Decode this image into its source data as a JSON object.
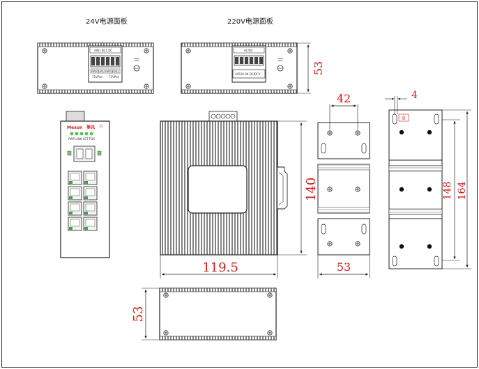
{
  "titles": {
    "panel_24v": "24V电源面板",
    "panel_220v": "220V电源面板"
  },
  "brand": {
    "name": "Mexon",
    "cn": "美讯",
    "led_labels": "PWR LINK ACT FDX"
  },
  "panel_24v": {
    "connector_label": "AIN1 NC1 DC",
    "terminals": [
      "PWR1",
      "GND",
      "PWR2",
      "GND"
    ],
    "caption_left": "72VPoe",
    "caption_right": "72VPoe"
  },
  "panel_220v": {
    "connector_label": "AC/DC",
    "nameplate": "AS520-96 DC/DCV"
  },
  "dimensions": {
    "panel_height_top": "53",
    "front_height": "140",
    "front_width": "119.5",
    "side_width": "53",
    "din_spacing": "42",
    "din_clip": "4",
    "din_hole": "8",
    "rail_inner": "148",
    "rail_outer": "164",
    "bottom_height": "53"
  },
  "colors": {
    "line": "#1a1a1a",
    "dimension": "#d11a1a",
    "led": "#5cc04a",
    "brand_red": "#c21b1b",
    "port_tab": "#3fa34a"
  }
}
